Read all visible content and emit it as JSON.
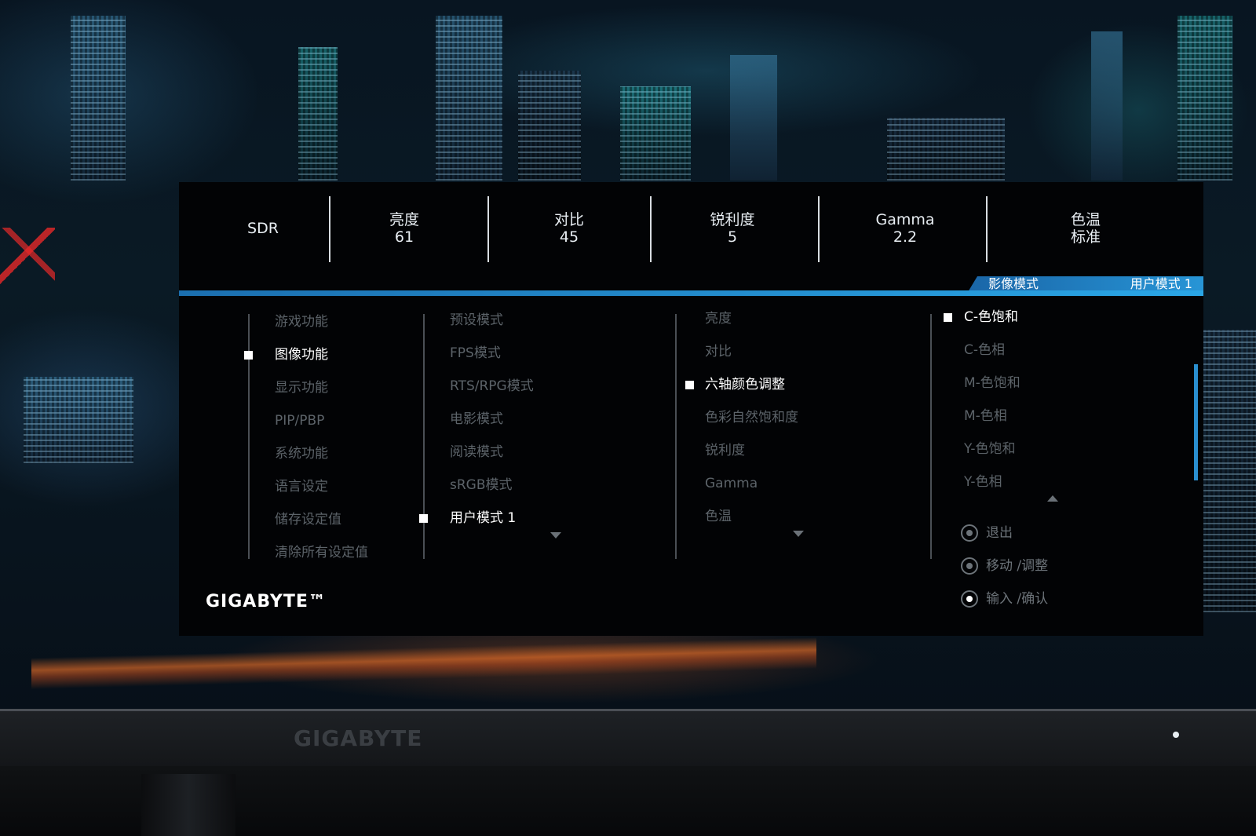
{
  "status_bar": {
    "items": [
      {
        "label": "SDR",
        "value": ""
      },
      {
        "label": "亮度",
        "value": "61"
      },
      {
        "label": "对比",
        "value": "45"
      },
      {
        "label": "锐利度",
        "value": "5"
      },
      {
        "label": "Gamma",
        "value": "2.2"
      },
      {
        "label": "色温",
        "value": "标准"
      }
    ]
  },
  "mode_tab": {
    "label": "影像模式",
    "value": "用户模式 1"
  },
  "menu": {
    "col1": [
      "游戏功能",
      "图像功能",
      "显示功能",
      "PIP/PBP",
      "系统功能",
      "语言设定",
      "储存设定值",
      "清除所有设定值"
    ],
    "col2": [
      "预设模式",
      "FPS模式",
      "RTS/RPG模式",
      "电影模式",
      "阅读模式",
      "sRGB模式",
      "用户模式 1"
    ],
    "col3": [
      "亮度",
      "对比",
      "六轴颜色调整",
      "色彩自然饱和度",
      "锐利度",
      "Gamma",
      "色温"
    ],
    "col4": [
      "C-色饱和",
      "C-色相",
      "M-色饱和",
      "M-色相",
      "Y-色饱和",
      "Y-色相"
    ]
  },
  "hints": {
    "exit": "退出",
    "move": "移动 /调整",
    "enter": "输入 /确认"
  },
  "brand": {
    "osd_logo": "GIGABYTE™",
    "bezel_logo": "GIGABYTE"
  },
  "colors": {
    "accent": "#2aa6e6",
    "osd_bg": "#020305",
    "inactive_text": "#5c6369",
    "active_text": "#ffffff"
  }
}
